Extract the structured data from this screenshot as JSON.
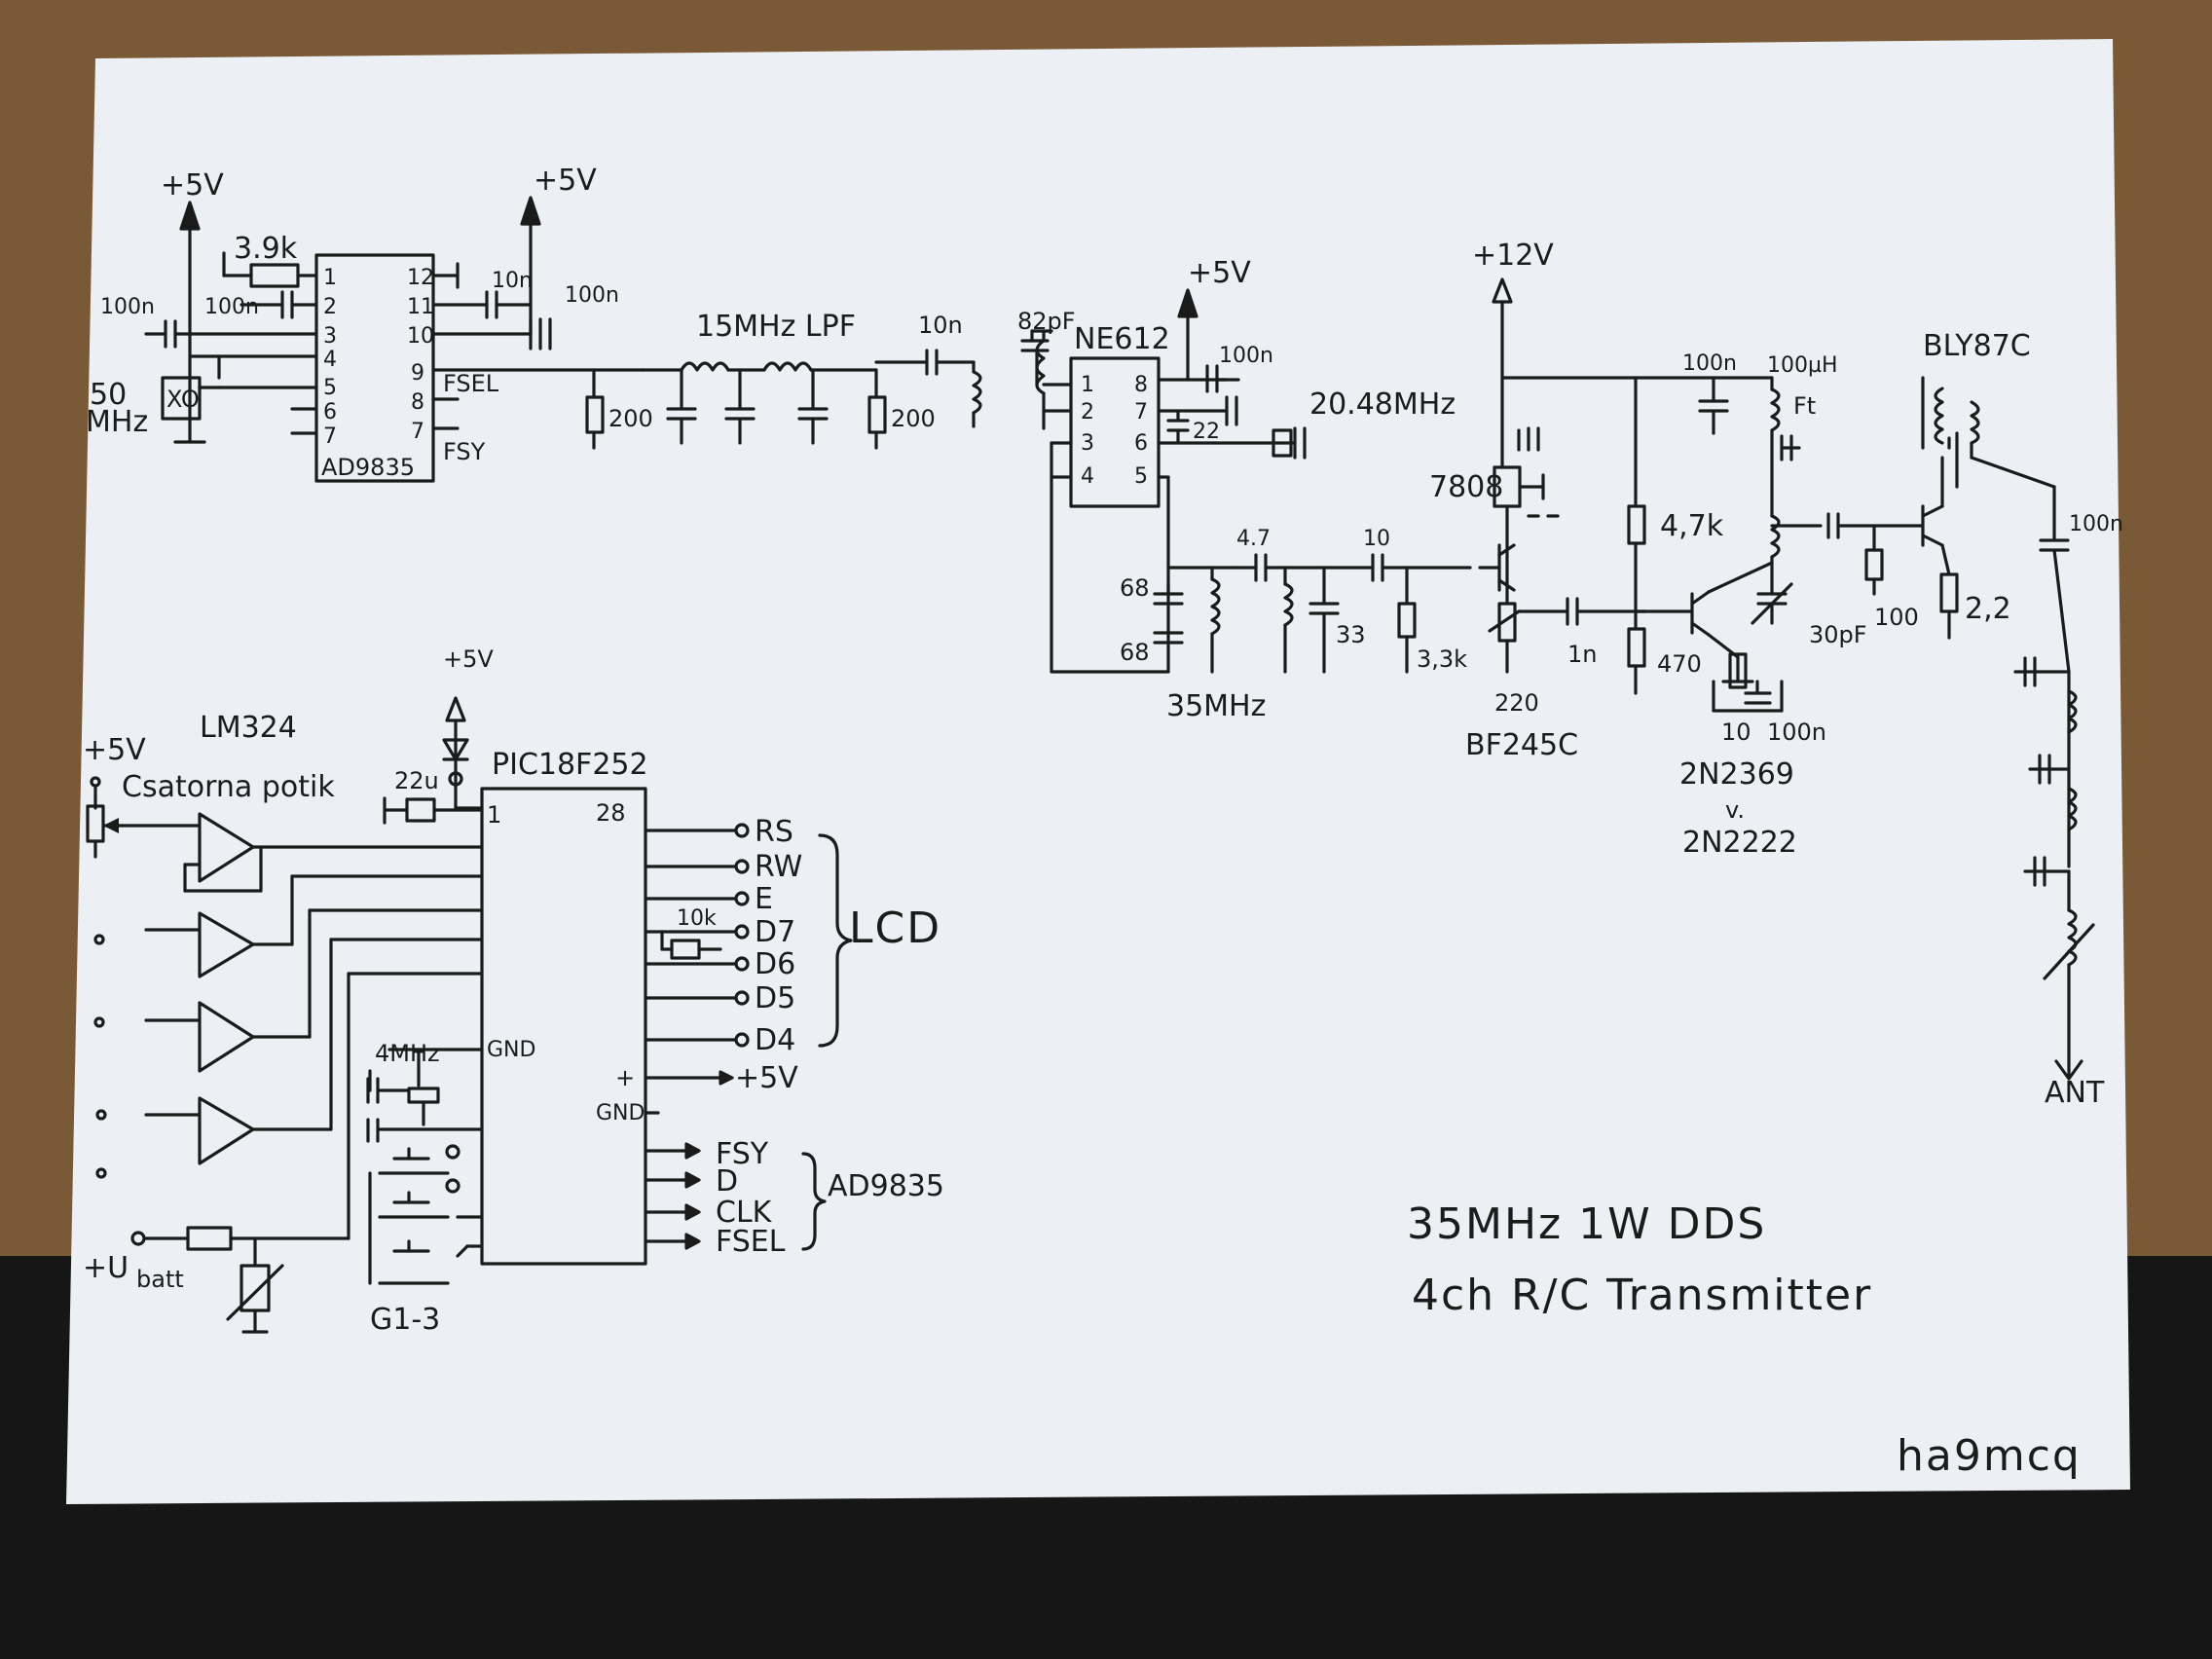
{
  "colors": {
    "paper": "#eceff4",
    "ink": "#1b1b1b",
    "desk_wood": "#7a5a36",
    "desk_dark": "#161616"
  },
  "title": {
    "line1": "35MHz   1W  DDS",
    "line2": "4ch R/C Transmitter"
  },
  "signature": "ha9mcq",
  "dds": {
    "chip": "AD9835",
    "plus5v_a": "+5V",
    "plus5v_b": "+5V",
    "r_label": "3.9k",
    "c1": "100n",
    "c2": "100n",
    "c3": "10n",
    "c4": "100n",
    "osc": "XO",
    "osc_freq_1": "50",
    "osc_freq_2": "MHz",
    "fsel": "FSEL",
    "fsy": "FSY",
    "pins_left": [
      "1",
      "2",
      "3",
      "4",
      "5",
      "6",
      "7"
    ],
    "pins_right": [
      "12",
      "11",
      "10",
      "9",
      "8",
      "7"
    ]
  },
  "filter": {
    "label": "15MHz LPF",
    "r1": "200",
    "r2": "200",
    "cc": "10n"
  },
  "mixer": {
    "chip": "NE612",
    "c_in": "82pF",
    "supply": "+5V",
    "c_sup": "100n",
    "c_trim": "22",
    "crystal": "20.48MHz",
    "pins_left": [
      "1",
      "2",
      "3",
      "4"
    ],
    "pins_right": [
      "8",
      "7",
      "6",
      "5"
    ],
    "c68a": "68",
    "c68b": "68",
    "tank": "35MHz",
    "c47": "4.7",
    "c10": "10",
    "c33": "33",
    "r33": "3,3k"
  },
  "driver": {
    "supply": "+12V",
    "reg": "7808",
    "fet": "BF245C",
    "r220": "220",
    "c1n": "1n",
    "r47k": "4,7k",
    "r470": "470",
    "c10": "10",
    "c100n_e": "100n",
    "bjt_a": "2N2369",
    "or": "v.",
    "bjt_b": "2N2222",
    "c100n_top": "100n",
    "choke": "100µH",
    "ft": "Ft",
    "c30p": "30pF",
    "r100": "100",
    "r22": "2,2"
  },
  "pa": {
    "transistor": "BLY87C",
    "c_out": "100n",
    "antenna": "ANT"
  },
  "mcu": {
    "chip": "PIC18F252",
    "supply": "+5V",
    "c22": "22u",
    "pin1": "1",
    "pin28": "28",
    "opamp": "LM324",
    "pot_label": "Csatorna potik",
    "pot_supply": "+5V",
    "xtal": "4MHz",
    "gnd_left": "GND",
    "plus": "+",
    "gnd_right": "GND",
    "lcd_pins": [
      "RS",
      "RW",
      "E",
      "D7",
      "D6",
      "D5",
      "D4"
    ],
    "lcd_label": "LCD",
    "trim": "10k",
    "vplus": "+5V",
    "dds_pins": [
      "FSY",
      "D",
      "CLK",
      "FSEL"
    ],
    "dds_label": "AD9835",
    "ubatt_main": "+U",
    "ubatt_sub": "batt",
    "switches": "G1-3"
  }
}
